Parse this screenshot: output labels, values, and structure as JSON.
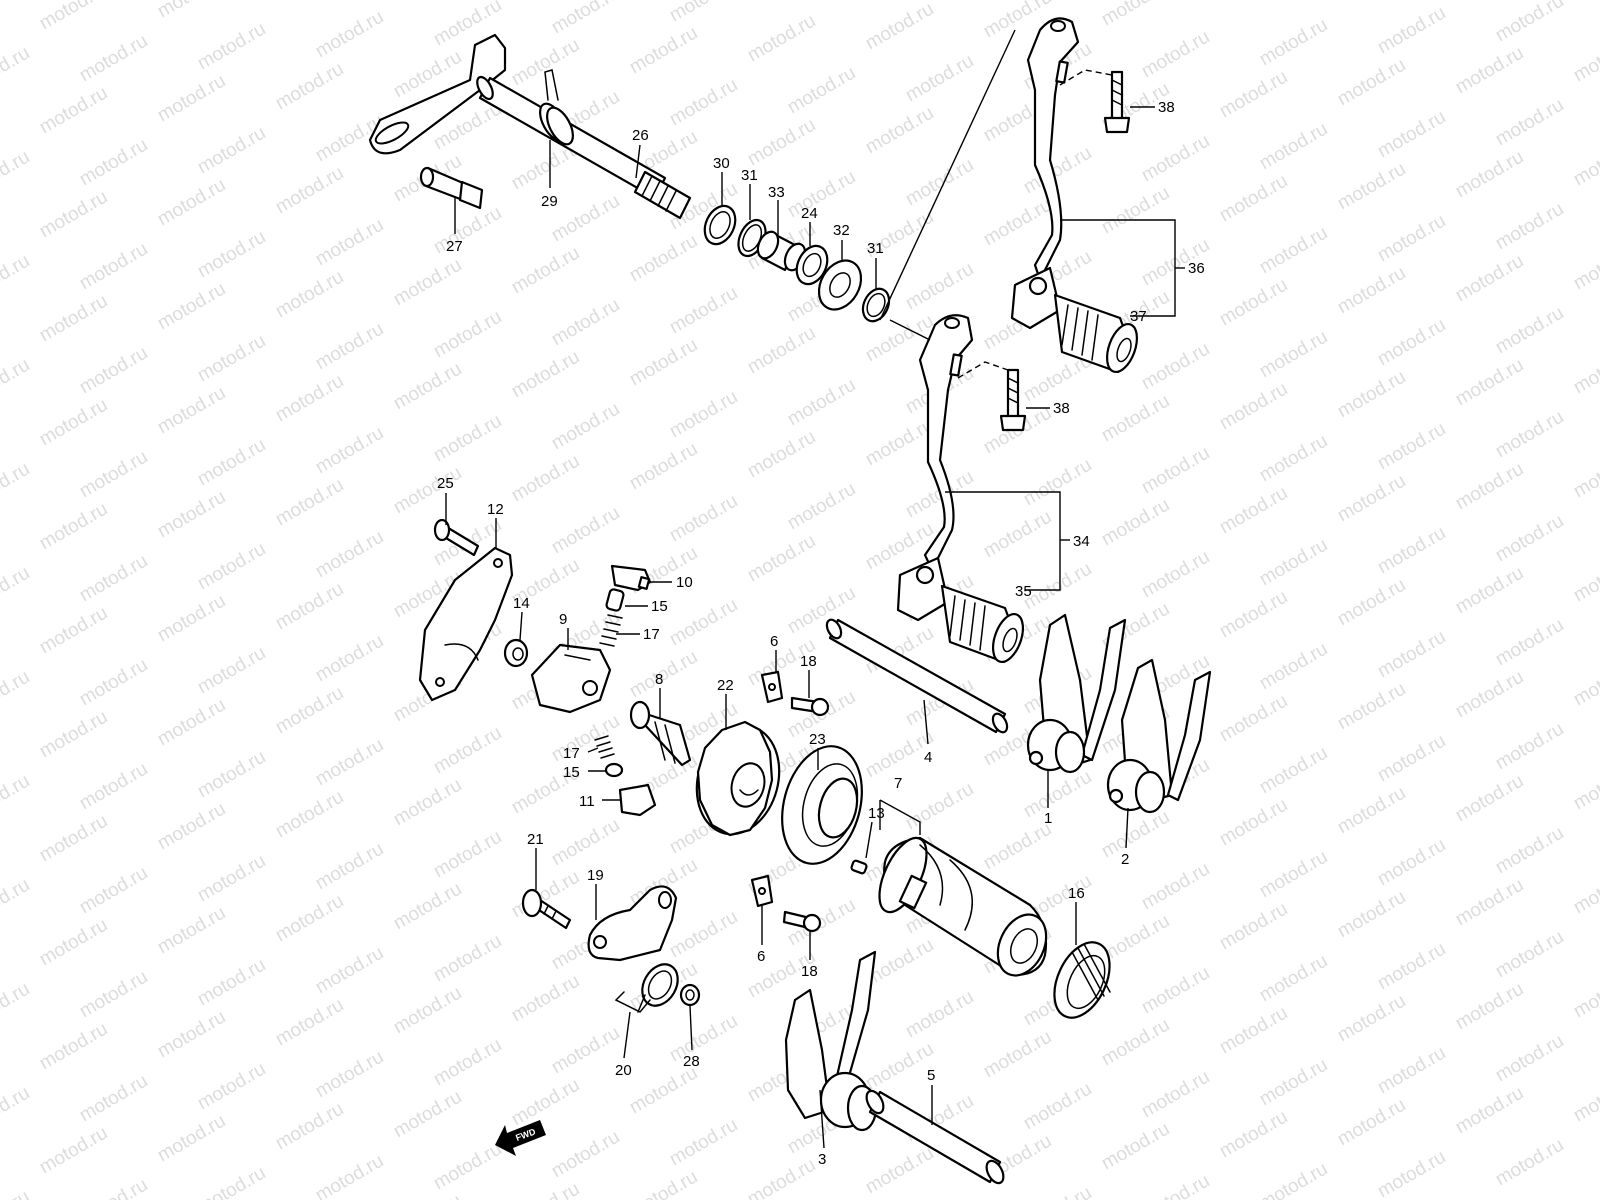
{
  "watermark": {
    "text": "motod.ru"
  },
  "direction_badge": {
    "label": "FWD"
  },
  "callouts": [
    {
      "id": "c1",
      "label": "1"
    },
    {
      "id": "c2",
      "label": "2"
    },
    {
      "id": "c3",
      "label": "3"
    },
    {
      "id": "c4",
      "label": "4"
    },
    {
      "id": "c5",
      "label": "5"
    },
    {
      "id": "c6a",
      "label": "6"
    },
    {
      "id": "c6b",
      "label": "6"
    },
    {
      "id": "c7",
      "label": "7"
    },
    {
      "id": "c8",
      "label": "8"
    },
    {
      "id": "c9",
      "label": "9"
    },
    {
      "id": "c10",
      "label": "10"
    },
    {
      "id": "c11",
      "label": "11"
    },
    {
      "id": "c12",
      "label": "12"
    },
    {
      "id": "c13",
      "label": "13"
    },
    {
      "id": "c14",
      "label": "14"
    },
    {
      "id": "c15a",
      "label": "15"
    },
    {
      "id": "c15b",
      "label": "15"
    },
    {
      "id": "c16",
      "label": "16"
    },
    {
      "id": "c17a",
      "label": "17"
    },
    {
      "id": "c17b",
      "label": "17"
    },
    {
      "id": "c18a",
      "label": "18"
    },
    {
      "id": "c18b",
      "label": "18"
    },
    {
      "id": "c19",
      "label": "19"
    },
    {
      "id": "c20",
      "label": "20"
    },
    {
      "id": "c21",
      "label": "21"
    },
    {
      "id": "c22",
      "label": "22"
    },
    {
      "id": "c23",
      "label": "23"
    },
    {
      "id": "c24",
      "label": "24"
    },
    {
      "id": "c25",
      "label": "25"
    },
    {
      "id": "c26",
      "label": "26"
    },
    {
      "id": "c27",
      "label": "27"
    },
    {
      "id": "c28",
      "label": "28"
    },
    {
      "id": "c29",
      "label": "29"
    },
    {
      "id": "c30",
      "label": "30"
    },
    {
      "id": "c31a",
      "label": "31"
    },
    {
      "id": "c31b",
      "label": "31"
    },
    {
      "id": "c32",
      "label": "32"
    },
    {
      "id": "c33",
      "label": "33"
    },
    {
      "id": "c34",
      "label": "34"
    },
    {
      "id": "c35",
      "label": "35"
    },
    {
      "id": "c36",
      "label": "36"
    },
    {
      "id": "c37",
      "label": "37"
    },
    {
      "id": "c38a",
      "label": "38"
    },
    {
      "id": "c38b",
      "label": "38"
    }
  ]
}
